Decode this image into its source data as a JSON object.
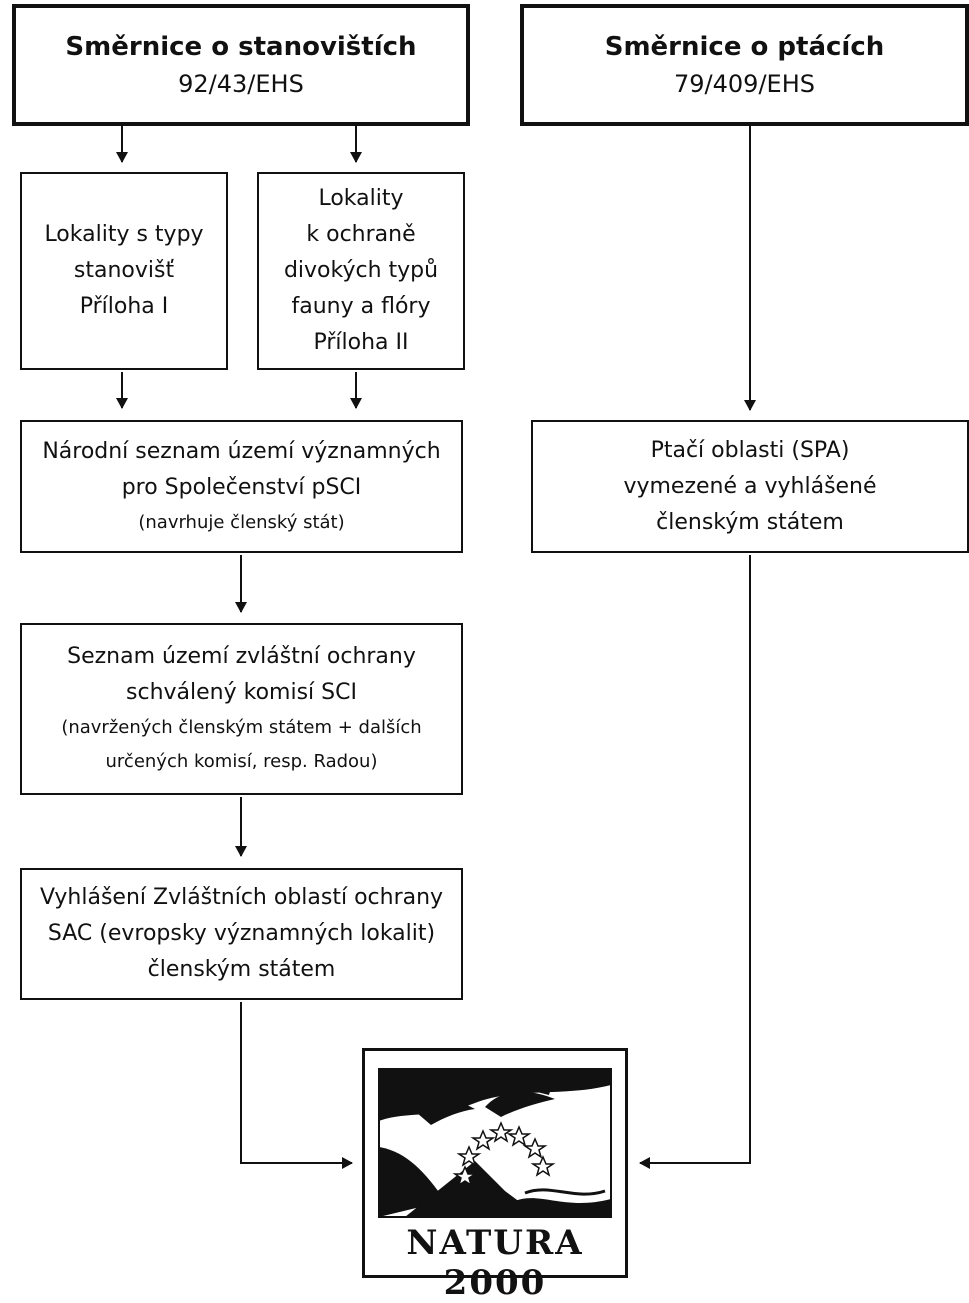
{
  "habitats_directive": {
    "title": "Směrnice o stanovištích",
    "code": "92/43/EHS"
  },
  "birds_directive": {
    "title": "Směrnice o ptácích",
    "code": "79/409/EHS"
  },
  "annex1_box": {
    "lines": [
      "Lokality s typy",
      "stanovišť",
      "Příloha I"
    ]
  },
  "annex2_box": {
    "lines": [
      "Lokality",
      "k ochraně",
      "divokých typů",
      "fauny a flóry",
      "Příloha II"
    ]
  },
  "national_list_box": {
    "line1": "Národní seznam území významných",
    "line2": "pro Společenství pSCI",
    "line3": "(navrhuje členský stát)"
  },
  "spa_box": {
    "lines": [
      "Ptačí oblasti (SPA)",
      "vymezené a vyhlášené",
      "členským státem"
    ]
  },
  "sci_box": {
    "line1": "Seznam území zvláštní ochrany",
    "line2": "schválený komisí SCI",
    "line3": "(navržených členským státem + dalších",
    "line4": "určených komisí, resp. Radou)"
  },
  "sac_box": {
    "lines": [
      "Vyhlášení Zvláštních oblastí ochrany",
      "SAC (evropsky významných lokalit)",
      "členským státem"
    ]
  },
  "natura_logo": {
    "text": "NATURA 2000"
  }
}
